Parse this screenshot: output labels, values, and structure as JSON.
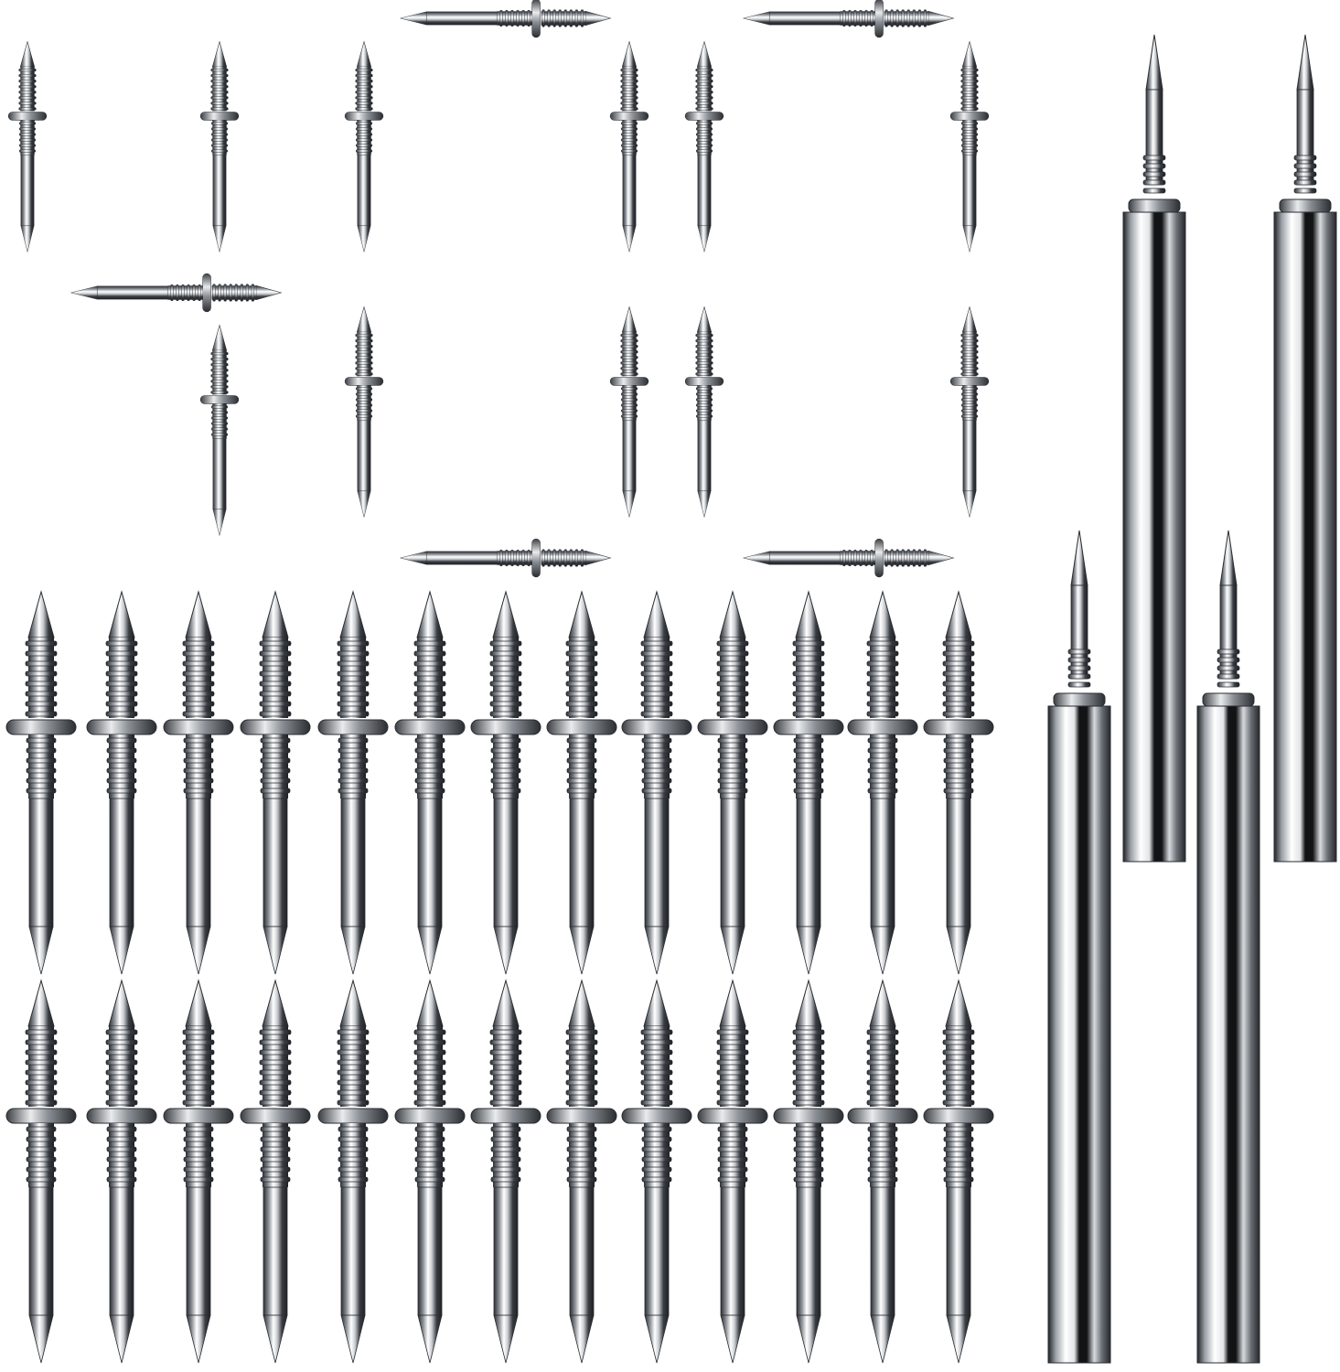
{
  "image": {
    "background": "#ffffff",
    "colors": {
      "metal_dark": "#2c2f34",
      "metal_mid": "#6d7278",
      "metal_light": "#d6d9dc",
      "metal_highlight": "#ffffff"
    },
    "groups": {
      "four_hundred_digits": "4,0,0",
      "small_pin_rows": 2,
      "small_pins_per_row": 13,
      "rod_tools": 4
    }
  }
}
